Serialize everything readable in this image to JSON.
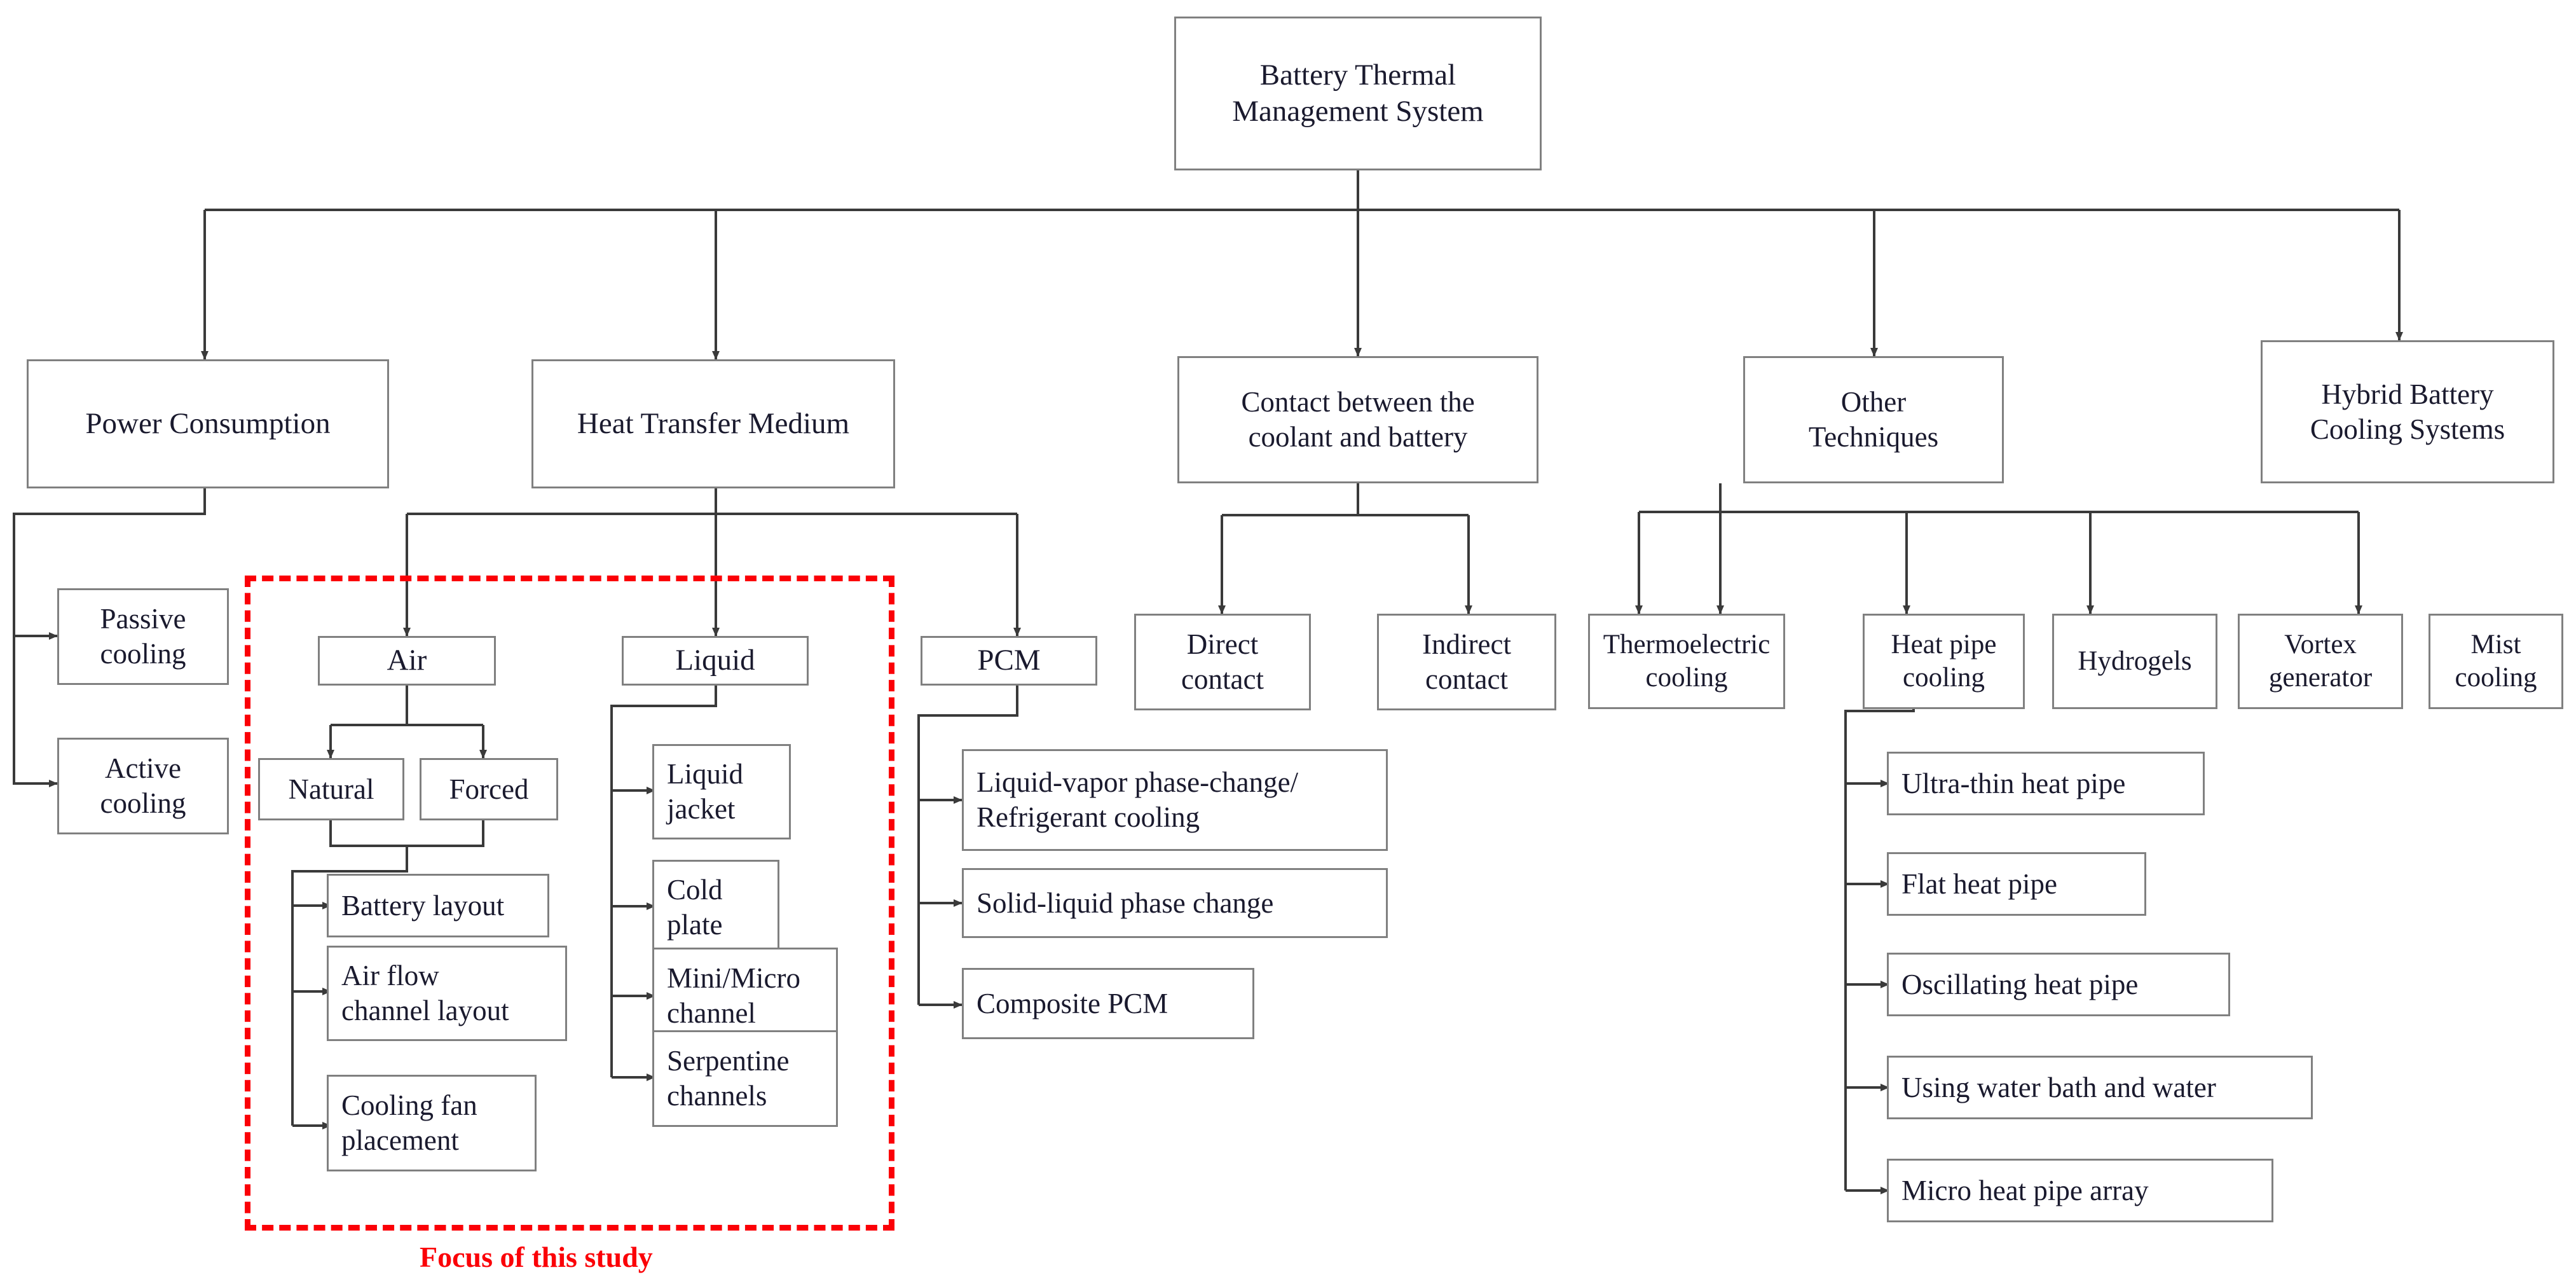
{
  "diagram": {
    "title": "Battery Thermal Management System classification tree",
    "root": {
      "label": "Battery Thermal\nManagement System"
    },
    "level2": [
      {
        "label": "Power Consumption"
      },
      {
        "label": "Heat Transfer Medium"
      },
      {
        "label": "Contact between the\ncoolant and battery"
      },
      {
        "label": "Other\nTechniques"
      },
      {
        "label": "Hybrid Battery\nCooling Systems"
      }
    ],
    "power_consumption_children": [
      {
        "label": "Passive\ncooling"
      },
      {
        "label": "Active\ncooling"
      }
    ],
    "heat_transfer_medium_children": [
      {
        "label": "Air"
      },
      {
        "label": "Liquid"
      },
      {
        "label": "PCM"
      }
    ],
    "air_children": [
      {
        "label": "Natural"
      },
      {
        "label": "Forced"
      }
    ],
    "air_subtopics": [
      {
        "label": "Battery layout"
      },
      {
        "label": "Air flow\nchannel layout"
      },
      {
        "label": "Cooling fan\nplacement"
      }
    ],
    "liquid_children": [
      {
        "label": "Liquid\njacket"
      },
      {
        "label": "Cold\nplate"
      },
      {
        "label": "Mini/Micro\nchannel"
      },
      {
        "label": "Serpentine\nchannels"
      }
    ],
    "pcm_children": [
      {
        "label": "Liquid-vapor phase-change/\nRefrigerant cooling"
      },
      {
        "label": "Solid-liquid phase change"
      },
      {
        "label": "Composite PCM"
      }
    ],
    "contact_children": [
      {
        "label": "Direct\ncontact"
      },
      {
        "label": "Indirect\ncontact"
      }
    ],
    "other_techniques_children": [
      {
        "label": "Thermoelectric\ncooling"
      },
      {
        "label": "Heat pipe\ncooling"
      },
      {
        "label": "Hydrogels"
      },
      {
        "label": "Vortex\ngenerator"
      },
      {
        "label": "Mist\ncooling"
      }
    ],
    "heat_pipe_children": [
      {
        "label": "Ultra-thin heat pipe"
      },
      {
        "label": "Flat heat pipe"
      },
      {
        "label": "Oscillating heat pipe"
      },
      {
        "label": "Using water bath and water"
      },
      {
        "label": "Micro heat pipe array"
      }
    ],
    "annotation": {
      "focus_caption": "Focus of this study",
      "focus_color": "#fb0007"
    },
    "colors": {
      "box_border": "#808080",
      "connector": "#3a3a3a",
      "text": "#1a1a2e",
      "highlight": "#fb0007",
      "background": "#ffffff"
    }
  }
}
